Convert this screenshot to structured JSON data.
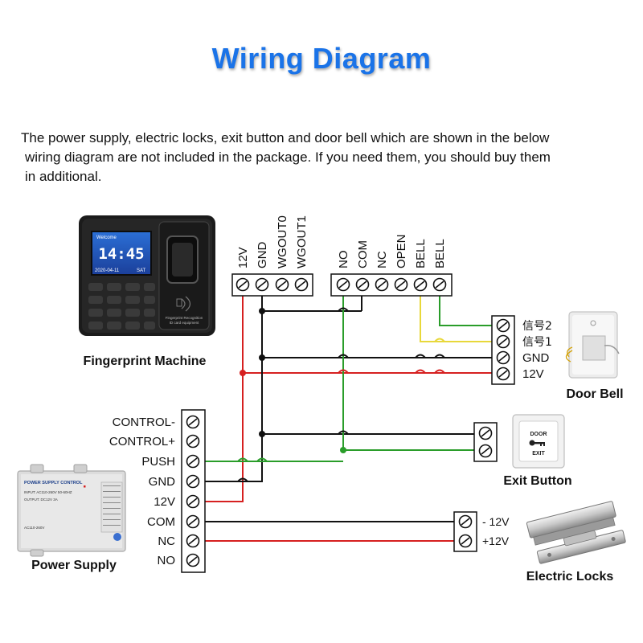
{
  "title": "Wiring Diagram",
  "intro": {
    "line1": "The power supply, electric locks, exit button and door bell which are shown in the below",
    "line2": "wiring diagram are not included in the package. If you need them, you should buy them",
    "line3": "in additional."
  },
  "fingerprint_machine": {
    "caption": "Fingerprint Machine",
    "screen_welcome": "Welcome",
    "screen_time": "14:45",
    "screen_date": "2020-04-11",
    "screen_day": "SAT",
    "sensor_label": "Fingerprint Recognition",
    "sensor_sublabel": "ID card equipment",
    "terminals_left": [
      "12V",
      "GND",
      "WGOUT0",
      "WGOUT1"
    ],
    "terminals_right": [
      "NO",
      "COM",
      "NC",
      "OPEN",
      "BELL",
      "BELL"
    ]
  },
  "power_supply": {
    "caption": "Power Supply",
    "device_title": "POWER SUPPLY CONTROL",
    "device_input": "INPUT: AC110-260V 50-60HZ",
    "device_output": "OUTPUT: DC12V 3A",
    "device_model": "AC110-260V",
    "terminals": [
      "CONTROL-",
      "CONTROL+",
      "PUSH",
      "GND",
      "12V",
      "COM",
      "NC",
      "NO"
    ]
  },
  "door_bell": {
    "caption": "Door Bell",
    "terminals": [
      "信号2",
      "信号1",
      "GND",
      "12V"
    ]
  },
  "exit_button": {
    "caption": "Exit Button",
    "face_line1": "DOOR",
    "face_line2": "EXIT"
  },
  "electric_locks": {
    "caption": "Electric Locks",
    "terminals": [
      "- 12V",
      "+12V"
    ]
  },
  "wire_colors": {
    "red": "#d62020",
    "black": "#111111",
    "green": "#2a9d2a",
    "yellow": "#e8d83a"
  }
}
